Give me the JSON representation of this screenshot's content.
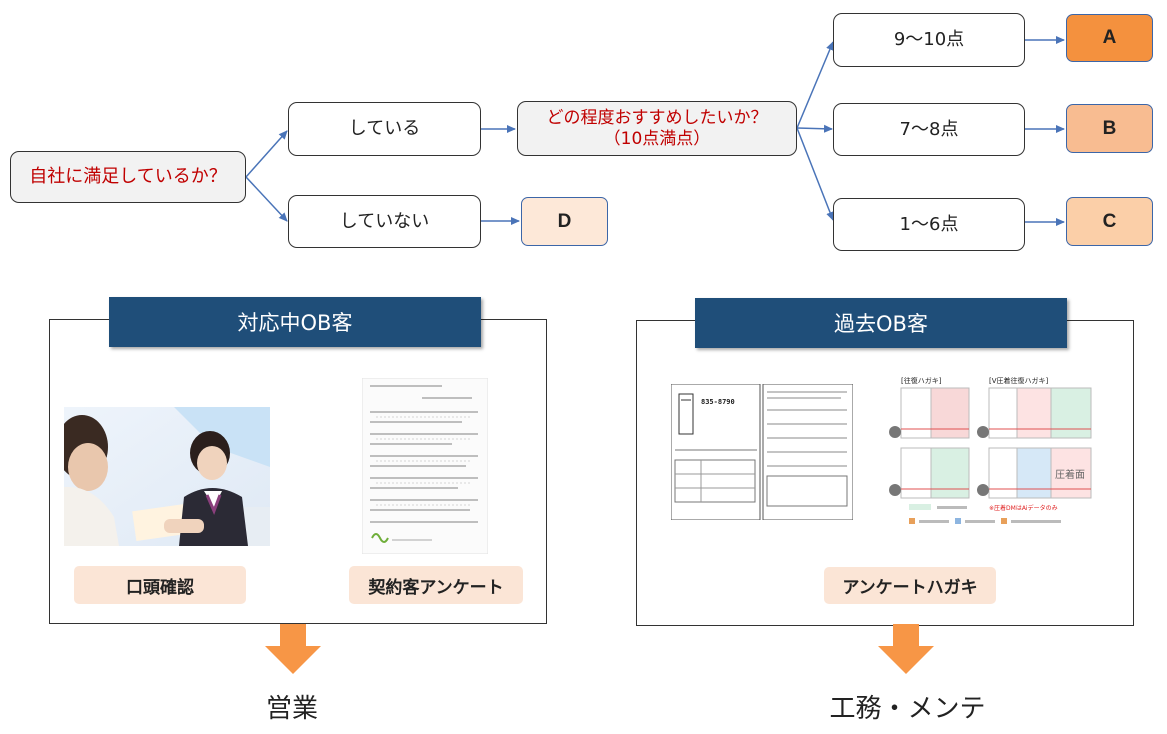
{
  "flow": {
    "question": "自社に満足しているか？",
    "yes": "している",
    "no": "していない",
    "recommend_line1": "どの程度おすすめしたいか？",
    "recommend_line2": "（10点満点）",
    "score_high": "9〜10点",
    "score_mid": "7〜8点",
    "score_low": "1〜6点",
    "grade_a": "A",
    "grade_b": "B",
    "grade_c": "C",
    "grade_d": "D"
  },
  "colors": {
    "grade_a": "#f4913e",
    "grade_b": "#f8bc91",
    "grade_c": "#fbcfa8",
    "grade_d": "#fde8d8",
    "arrow": "#4a74b8",
    "panel_title": "#1f4e79",
    "down_arrow": "#f79646"
  },
  "panels": {
    "current": {
      "title": "対応中OB客",
      "tag1": "口頭確認",
      "tag2": "契約客アンケート",
      "department": "営業"
    },
    "past": {
      "title": "過去OB客",
      "tag1": "アンケートハガキ",
      "department": "工務・メンテ",
      "postcard": {
        "postal_code": "835-8790",
        "label_left": "[往復ハガキ]",
        "label_right": "[V圧着往復ハガキ]",
        "stamp_text": "圧着面",
        "note": "※圧着DMはAiデータのみ"
      }
    }
  }
}
